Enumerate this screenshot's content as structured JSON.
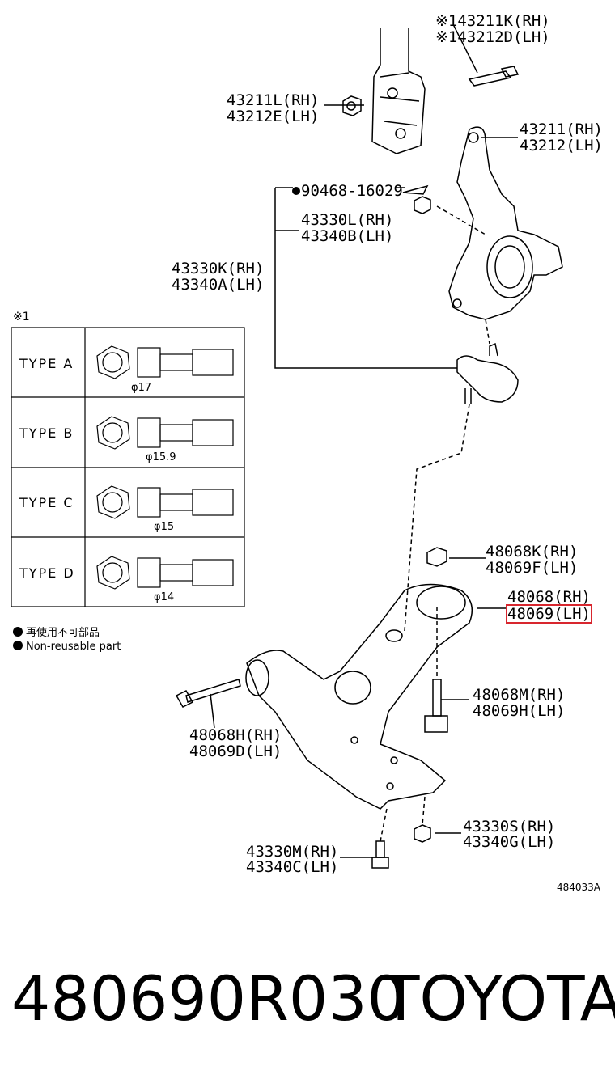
{
  "labels": {
    "p43211K": "※143211K(RH)",
    "p43212D": "※143212D(LH)",
    "p43211L": "43211L(RH)",
    "p43212E": "43212E(LH)",
    "p43211": "43211(RH)",
    "p43212": "43212(LH)",
    "p90468": "90468-16029",
    "p43330L": "43330L(RH)",
    "p43340B": "43340B(LH)",
    "p43330K": "43330K(RH)",
    "p43340A": "43340A(LH)",
    "p48068K": "48068K(RH)",
    "p48069F": "48069F(LH)",
    "p48068": "48068(RH)",
    "p48069": "48069(LH)",
    "p48068M": "48068M(RH)",
    "p48069H": "48069H(LH)",
    "p48068H": "48068H(RH)",
    "p48069D": "48069D(LH)",
    "p43330S": "43330S(RH)",
    "p43340G": "43340G(LH)",
    "p43330M": "43330M(RH)",
    "p43340C": "43340C(LH)"
  },
  "table": {
    "title": "※1",
    "rows": [
      {
        "type": "TYPE  A",
        "dia": "φ17"
      },
      {
        "type": "TYPE  B",
        "dia": "φ15.9"
      },
      {
        "type": "TYPE  C",
        "dia": "φ15"
      },
      {
        "type": "TYPE  D",
        "dia": "φ14"
      }
    ]
  },
  "notes": {
    "jp": "再使用不可部品",
    "en": "Non-reusable part"
  },
  "ref_code": "484033A",
  "footer": {
    "part_number": "480690R030",
    "brand": "TOYOTA"
  },
  "highlight_color": "#d8262e"
}
